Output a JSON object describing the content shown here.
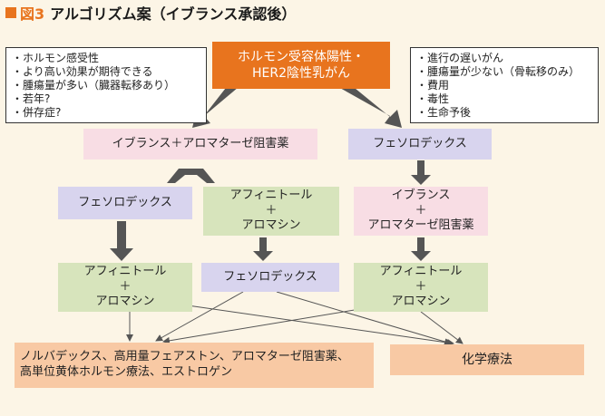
{
  "title": {
    "figure": "図3",
    "text": "アルゴリズム案（イブランス承認後）"
  },
  "start": {
    "line1": "ホルモン受容体陽性・",
    "line2": "HER2陰性乳がん"
  },
  "left_note": [
    "・ホルモン感受性",
    "・より高い効果が期待できる",
    "・腫瘍量が多い（臓器転移あり）",
    "・若年?",
    "・併存症?"
  ],
  "right_note": [
    "・進行の遅いがん",
    "・腫瘍量が少ない（骨転移のみ）",
    "・費用",
    "・毒性",
    "・生命予後"
  ],
  "left_main": "イブランス＋アロマターゼ阻害薬",
  "right_first": "フェソロデックス",
  "left_branch_a": "フェソロデックス",
  "left_branch_b": {
    "line1": "アフィニトール",
    "plus": "＋",
    "line2": "アロマシン"
  },
  "right_second": {
    "line1": "イブランス",
    "plus": "＋",
    "line2": "アロマターゼ阻害薬"
  },
  "left_a_next": {
    "line1": "アフィニトール",
    "plus": "＋",
    "line2": "アロマシン"
  },
  "left_b_next": "フェソロデックス",
  "right_third": {
    "line1": "アフィニトール",
    "plus": "＋",
    "line2": "アロマシン"
  },
  "outcome_left": {
    "line1": "ノルバデックス、高用量フェアストン、アロマターゼ阻害薬、",
    "line2": "高単位黄体ホルモン療法、エストロゲン"
  },
  "outcome_right": "化学療法",
  "colors": {
    "accent": "#e8741e",
    "pink": "#f8dde4",
    "lavender": "#d8d4ee",
    "green": "#d7e4bc",
    "peach": "#f8c9a4",
    "arrow": "#555555"
  }
}
